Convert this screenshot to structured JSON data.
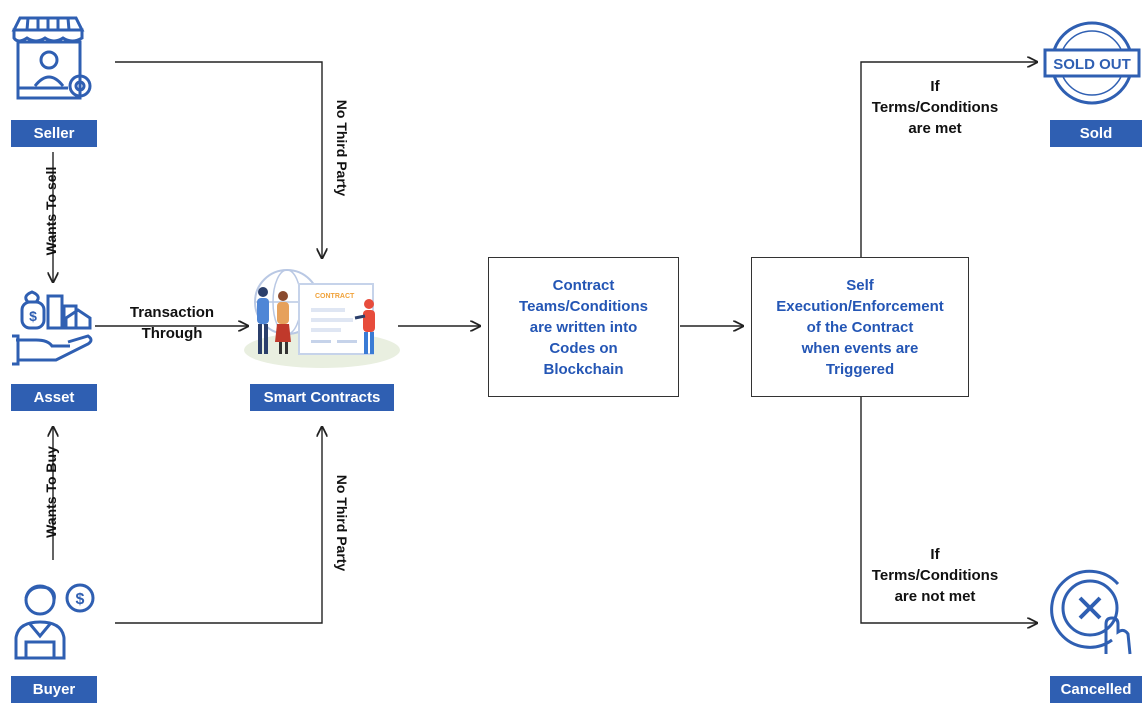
{
  "nodes": {
    "seller": "Seller",
    "asset": "Asset",
    "buyer": "Buyer",
    "smart_contracts": "Smart Contracts",
    "sold": "Sold",
    "cancelled": "Cancelled"
  },
  "boxes": {
    "contract": [
      "Contract",
      "Teams/Conditions",
      "are written into",
      "Codes on",
      "Blockchain"
    ],
    "execution": [
      "Self",
      "Execution/Enforcement",
      "of the Contract",
      "when events are",
      "Triggered"
    ]
  },
  "edges": {
    "wants_to_sell": "Wants To sell",
    "wants_to_buy": "Wants To Buy",
    "transaction": [
      "Transaction",
      "Through"
    ],
    "no_third_party_top": "No Third Party",
    "no_third_party_bottom": "No Third Party",
    "terms_met": [
      "If",
      "Terms/Conditions",
      "are met"
    ],
    "terms_not_met": [
      "If",
      "Terms/Conditions",
      "are not met"
    ]
  },
  "icons": {
    "seller": "store-icon",
    "asset": "asset-hand-icon",
    "buyer": "buyer-icon",
    "smart_contracts": "contract-illustration",
    "sold": "sold-out-stamp-icon",
    "cancelled": "cancel-touch-icon"
  },
  "stamp_text": "SOLD OUT",
  "colors": {
    "accent": "#2f5fb2",
    "box_text": "#2456b5"
  }
}
